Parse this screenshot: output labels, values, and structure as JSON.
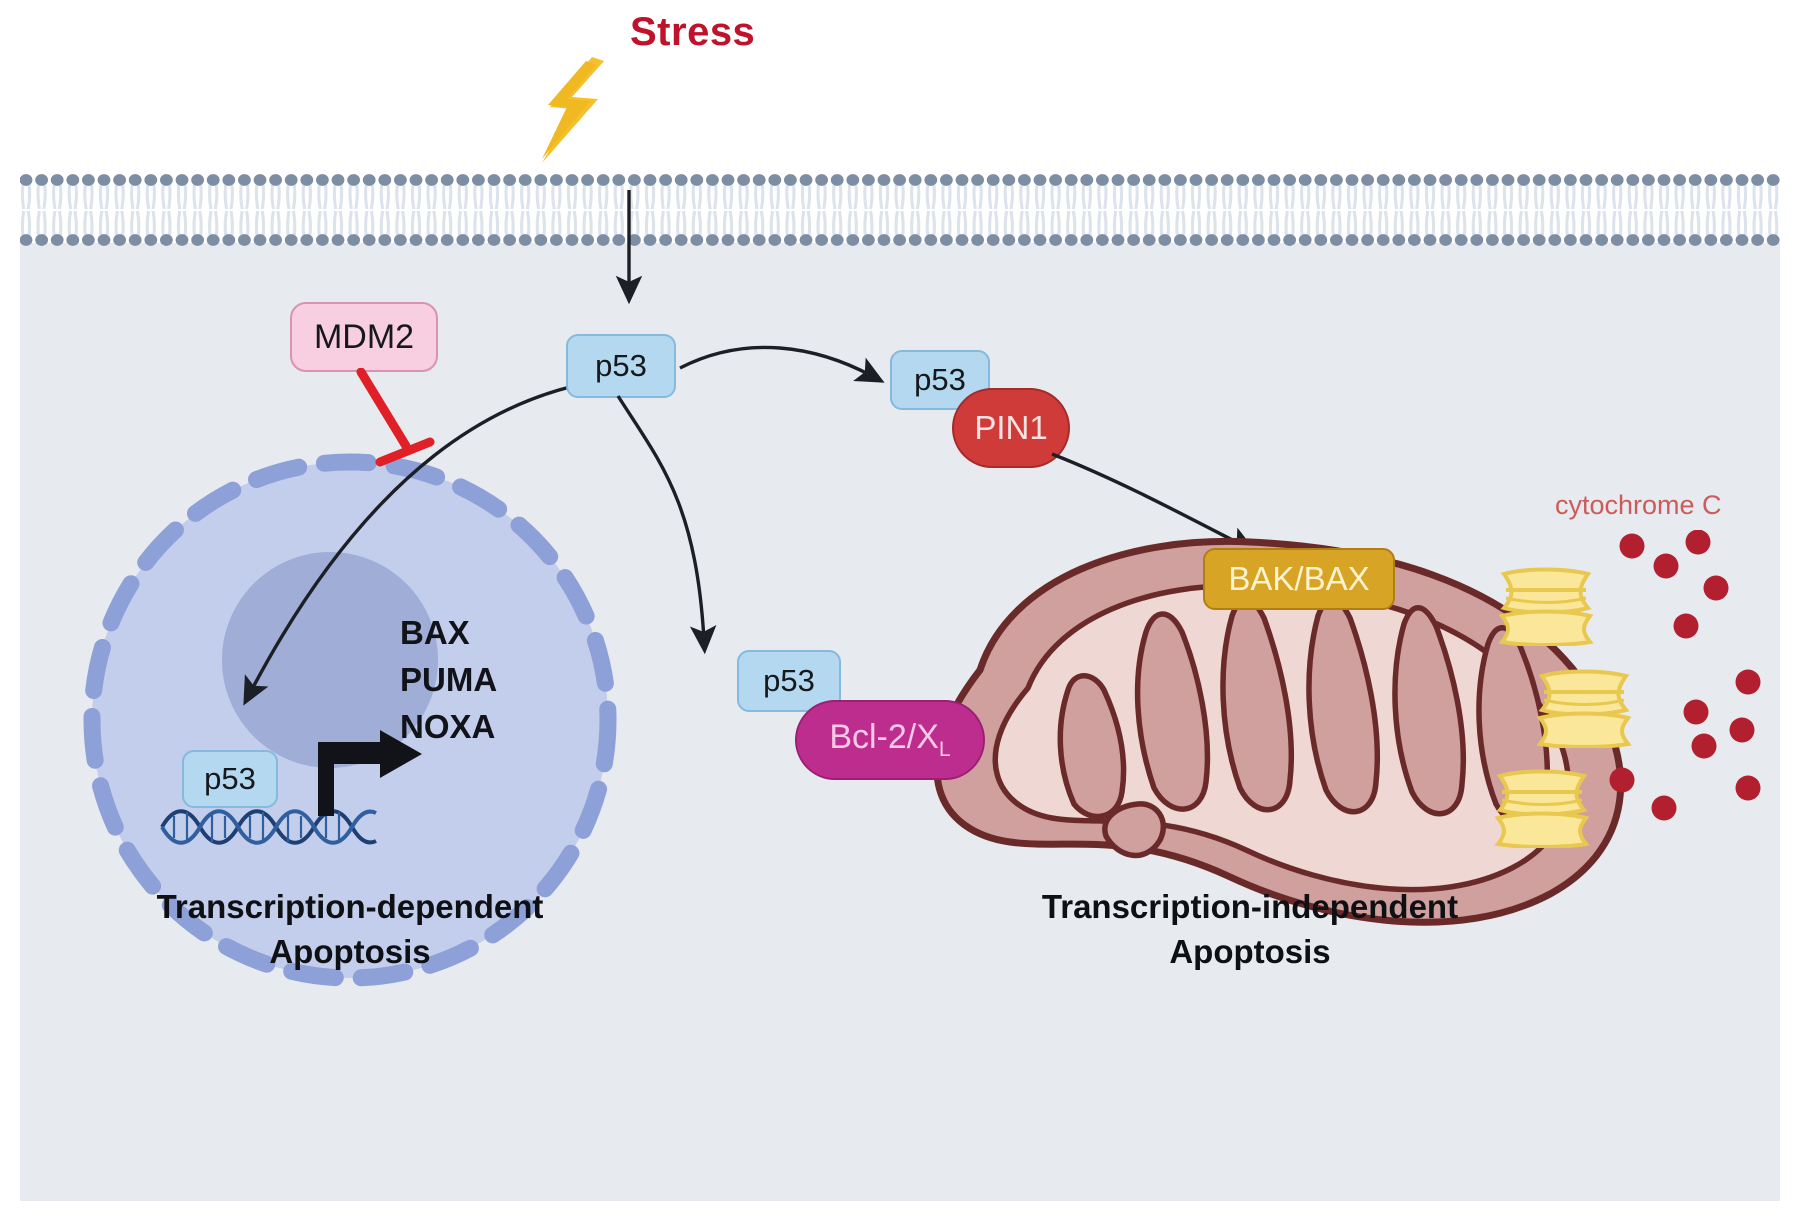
{
  "diagram": {
    "title_stress": "Stress",
    "captions": {
      "left_line1": "Transcription-dependent",
      "left_line2": "Apoptosis",
      "right_line1": "Transcription-independent",
      "right_line2": "Apoptosis"
    },
    "nodes": {
      "p53_cytosol": "p53",
      "p53_nucleus": "p53",
      "p53_pin1": "p53",
      "p53_bcl2": "p53",
      "mdm2": "MDM2",
      "pin1": "PIN1",
      "bcl2": "Bcl-2/X",
      "bcl2_sub": "L",
      "bakbax": "BAK/BAX"
    },
    "gene_targets": [
      "BAX",
      "PUMA",
      "NOXA"
    ],
    "labels": {
      "cytochrome_c": "cytochrome C"
    },
    "organelles": {
      "nucleus": "nucleus",
      "nucleolus": "nucleolus",
      "dna": "dna-double-helix",
      "mitochondrion": "mitochondrion",
      "cell_membrane": "phospholipid-bilayer"
    },
    "icons": {
      "lightning": "lightning-bolt-icon",
      "inhibition": "inhibition-arrow-icon",
      "transcription": "transcription-arrow-icon",
      "pore": "membrane-pore-icon",
      "cytochrome_dot": "cytochrome-c-particle-icon"
    },
    "colors": {
      "stress_text": "#c0122a",
      "lightning": "#f5c02b",
      "cytoplasm": "#e7eaee",
      "membrane_head": "#7d8da4",
      "p53_fill": "#b3d8f0",
      "p53_stroke": "#85b9de",
      "mdm2_fill": "#f8cfe0",
      "mdm2_stroke": "#d893b2",
      "pin1_fill": "#cf3b38",
      "pin1_text": "#fbe2e2",
      "bcl2_fill": "#bd2d8e",
      "bcl2_text": "#f8c8e8",
      "bakbax_fill": "#d8a426",
      "bakbax_text": "#fdf3cf",
      "nucleus_fill": "#c3cdec",
      "nucleus_envelope": "#8da0d8",
      "nucleolus": "#9fadd7",
      "dna": "#1d3f73",
      "mito_outline": "#6b2a2a",
      "mito_body": "#cfa09e",
      "mito_matrix": "#efd7d4",
      "pore_fill": "#fbe79a",
      "cytochrome_dot": "#b22030",
      "cytochrome_text": "#cd5b5b",
      "inhibition_red": "#e01f26",
      "arrow_black": "#1c2026"
    }
  }
}
